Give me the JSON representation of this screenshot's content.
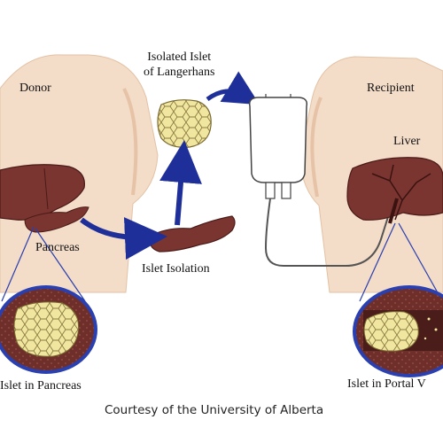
{
  "labels": {
    "donor": "Donor",
    "recipient": "Recipient",
    "isolated_islet": "Isolated Islet\nof Langerhans",
    "liver": "Liver",
    "pancreas": "Pancreas",
    "islet_isolation": "Islet Isolation",
    "islet_in_pancreas": "Islet in Pancreas",
    "islet_in_portal_vein": "Islet in Portal V"
  },
  "credit": "Courtesy of the University of Alberta",
  "colors": {
    "skin": "#f3dcc8",
    "skin_shadow": "#e6c3a6",
    "organ": "#7a3530",
    "organ_dark": "#5a2220",
    "islet": "#f1e6a0",
    "arrow": "#1e2f9a",
    "ring": "#2a3fb0"
  }
}
